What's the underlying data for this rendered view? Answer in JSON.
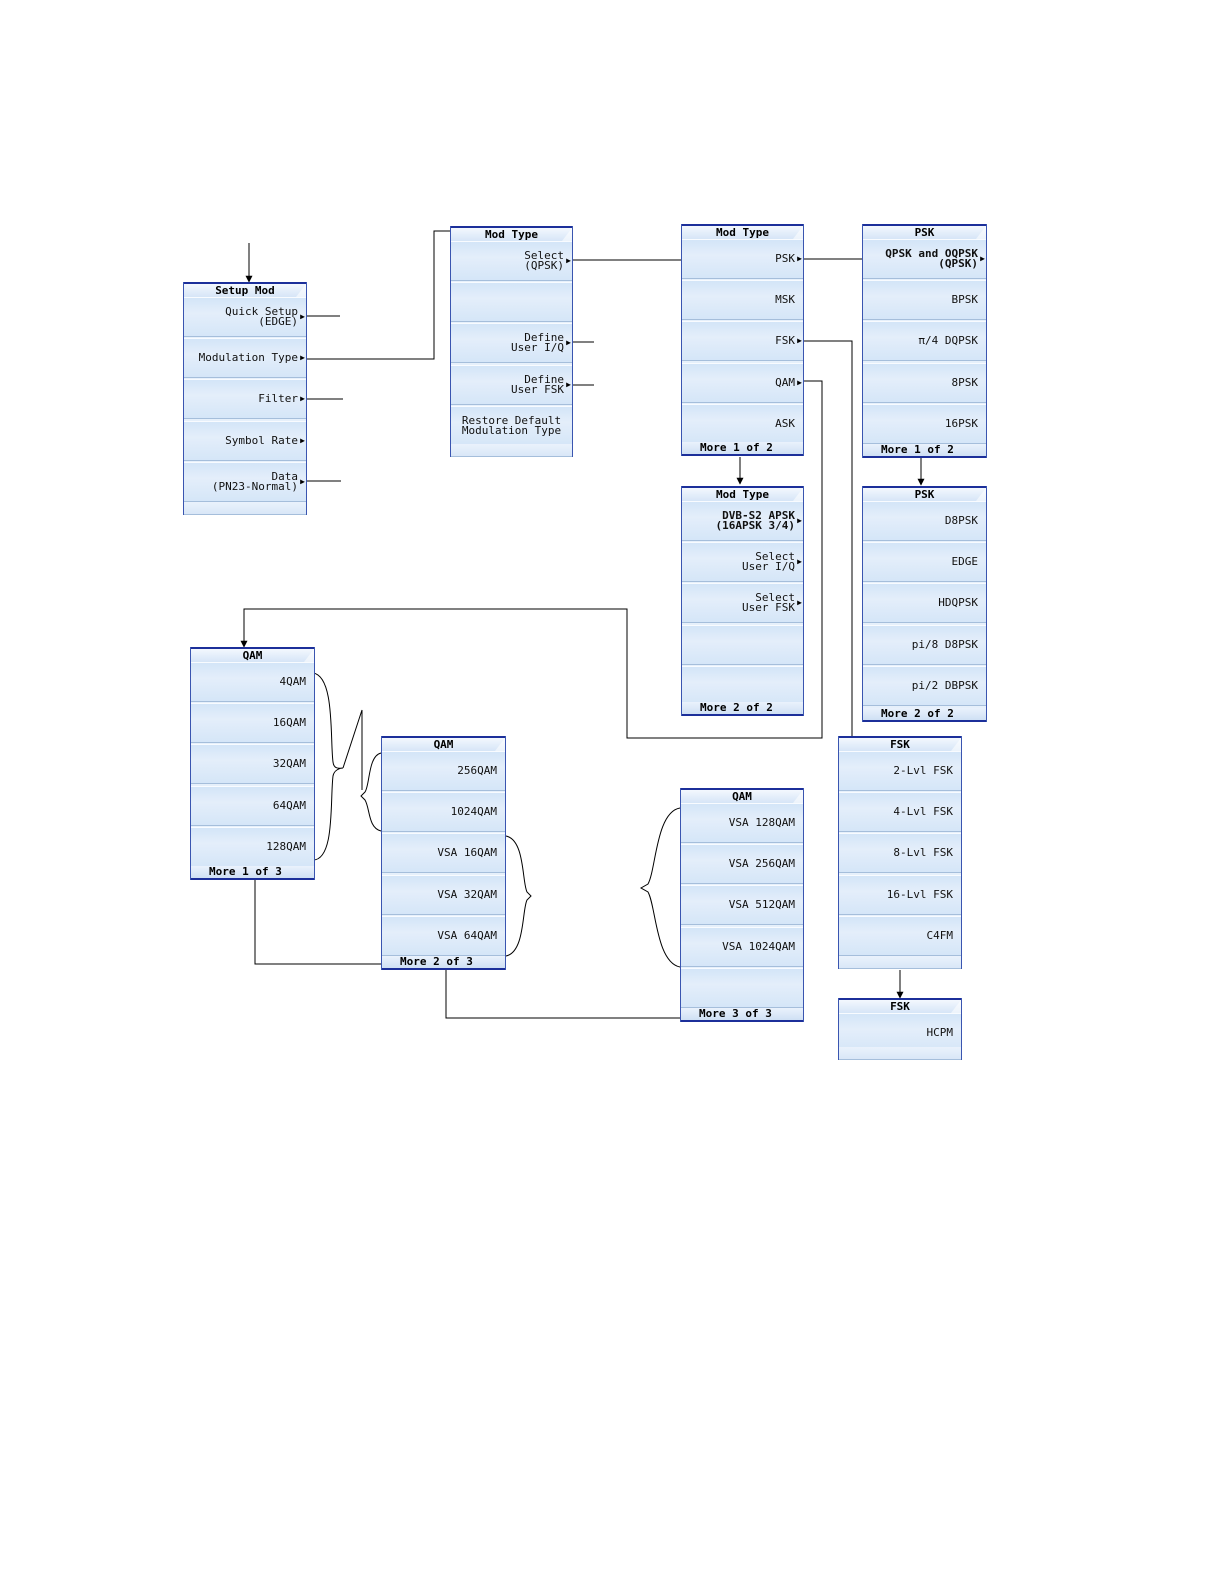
{
  "menus": [
    {
      "id": "setup-mod",
      "title": "Setup Mod",
      "keys": [
        {
          "lines": [
            "Quick Setup",
            "(EDGE)"
          ],
          "arrow": true
        },
        {
          "lines": [
            "Modulation Type"
          ],
          "arrow": true
        },
        {
          "lines": [
            "Filter"
          ],
          "arrow": true
        },
        {
          "lines": [
            "Symbol Rate"
          ],
          "arrow": true
        },
        {
          "lines": [
            "Data",
            "(PN23-Normal)"
          ],
          "arrow": true
        }
      ],
      "footer": ""
    },
    {
      "id": "mod-type-top",
      "title": "Mod Type",
      "keys": [
        {
          "lines": [
            "Select",
            "(QPSK)"
          ],
          "arrow": true
        },
        {
          "lines": []
        },
        {
          "lines": [
            "Define",
            "User I/Q"
          ],
          "arrow": true
        },
        {
          "lines": [
            "Define",
            "User FSK"
          ],
          "arrow": true
        },
        {
          "lines": [
            "Restore Default",
            "Modulation Type"
          ],
          "center": true
        }
      ],
      "footer": ""
    },
    {
      "id": "mod-type-1",
      "title": "Mod Type",
      "keys": [
        {
          "lines": [
            "PSK"
          ],
          "arrow": true
        },
        {
          "lines": [
            "MSK"
          ]
        },
        {
          "lines": [
            "FSK"
          ],
          "arrow": true
        },
        {
          "lines": [
            "QAM"
          ],
          "arrow": true
        },
        {
          "lines": [
            "ASK"
          ]
        }
      ],
      "footer": "More 1 of 2"
    },
    {
      "id": "mod-type-2",
      "title": "Mod Type",
      "keys": [
        {
          "lines": [
            "DVB-S2 APSK",
            "(16APSK 3/4)"
          ],
          "arrow": true,
          "bold": true
        },
        {
          "lines": [
            "Select",
            "User I/Q"
          ],
          "arrow": true
        },
        {
          "lines": [
            "Select",
            "User FSK"
          ],
          "arrow": true
        },
        {
          "lines": []
        },
        {
          "lines": []
        }
      ],
      "footer": "More 2 of 2"
    },
    {
      "id": "psk-1",
      "title": "PSK",
      "keys": [
        {
          "lines": [
            "QPSK and OQPSK",
            "(QPSK)"
          ],
          "arrow": true,
          "bold": true
        },
        {
          "lines": [
            "BPSK"
          ]
        },
        {
          "lines": [
            "π/4 DQPSK"
          ]
        },
        {
          "lines": [
            "8PSK"
          ]
        },
        {
          "lines": [
            "16PSK"
          ]
        }
      ],
      "footer": "More 1 of 2"
    },
    {
      "id": "psk-2",
      "title": "PSK",
      "keys": [
        {
          "lines": [
            "D8PSK"
          ]
        },
        {
          "lines": [
            "EDGE"
          ]
        },
        {
          "lines": [
            "HDQPSK"
          ]
        },
        {
          "lines": [
            "pi/8 D8PSK"
          ]
        },
        {
          "lines": [
            "pi/2 DBPSK"
          ]
        }
      ],
      "footer": "More 2 of 2"
    },
    {
      "id": "fsk-1",
      "title": "FSK",
      "keys": [
        {
          "lines": [
            "2-Lvl FSK"
          ]
        },
        {
          "lines": [
            "4-Lvl FSK"
          ]
        },
        {
          "lines": [
            "8-Lvl FSK"
          ]
        },
        {
          "lines": [
            "16-Lvl FSK"
          ]
        },
        {
          "lines": [
            "C4FM"
          ]
        }
      ],
      "footer": ""
    },
    {
      "id": "fsk-2",
      "title": "FSK",
      "keys": [
        {
          "lines": [
            "HCPM"
          ]
        }
      ],
      "footer": ""
    },
    {
      "id": "qam-1",
      "title": "QAM",
      "keys": [
        {
          "lines": [
            "4QAM"
          ]
        },
        {
          "lines": [
            "16QAM"
          ]
        },
        {
          "lines": [
            "32QAM"
          ]
        },
        {
          "lines": [
            "64QAM"
          ]
        },
        {
          "lines": [
            "128QAM"
          ]
        }
      ],
      "footer": "More 1 of 3"
    },
    {
      "id": "qam-2",
      "title": "QAM",
      "keys": [
        {
          "lines": [
            "256QAM"
          ]
        },
        {
          "lines": [
            "1024QAM"
          ]
        },
        {
          "lines": [
            "VSA 16QAM"
          ]
        },
        {
          "lines": [
            "VSA 32QAM"
          ]
        },
        {
          "lines": [
            "VSA 64QAM"
          ]
        }
      ],
      "footer": "More 2 of 3"
    },
    {
      "id": "qam-3",
      "title": "QAM",
      "keys": [
        {
          "lines": [
            "VSA 128QAM"
          ]
        },
        {
          "lines": [
            "VSA 256QAM"
          ]
        },
        {
          "lines": [
            "VSA 512QAM"
          ]
        },
        {
          "lines": [
            "VSA 1024QAM"
          ]
        },
        {
          "lines": []
        }
      ],
      "footer": "More 3 of 3"
    }
  ]
}
